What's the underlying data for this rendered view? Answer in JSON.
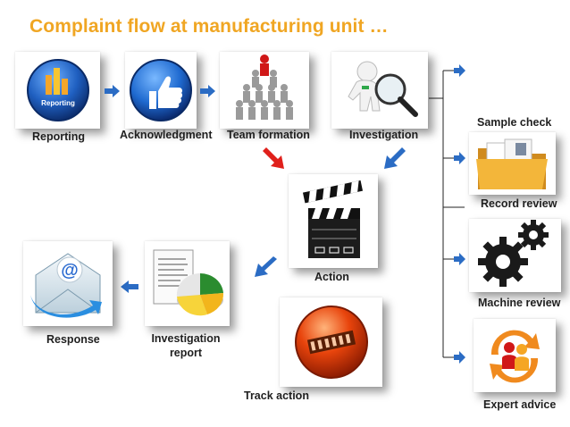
{
  "title": "Complaint flow at manufacturing unit …",
  "badges": {
    "reporting_icon_text": "Reporting"
  },
  "labels": {
    "reporting": "Reporting",
    "acknowledgment": "Acknowledgment",
    "team_formation": "Team formation",
    "investigation": "Investigation",
    "action": "Action",
    "response": "Response",
    "investigation_report_line1": "Investigation",
    "investigation_report_line2": "report",
    "track_action": "Track action",
    "sample_check": "Sample check",
    "record_review": "Record review",
    "machine_review": "Machine review",
    "expert_advice": "Expert advice"
  },
  "colors": {
    "title": "#f0a623",
    "arrow_blue": "#2b6cc4",
    "arrow_red": "#e0201b",
    "track_orange": "#e8440c"
  },
  "icons": [
    "chart-icon",
    "thumbs-up-icon",
    "team-pyramid-icon",
    "magnifier-figure-icon",
    "clapperboard-icon",
    "email-icon",
    "report-pie-icon",
    "film-strip-icon",
    "folder-icon",
    "gears-icon",
    "expert-people-icon"
  ]
}
